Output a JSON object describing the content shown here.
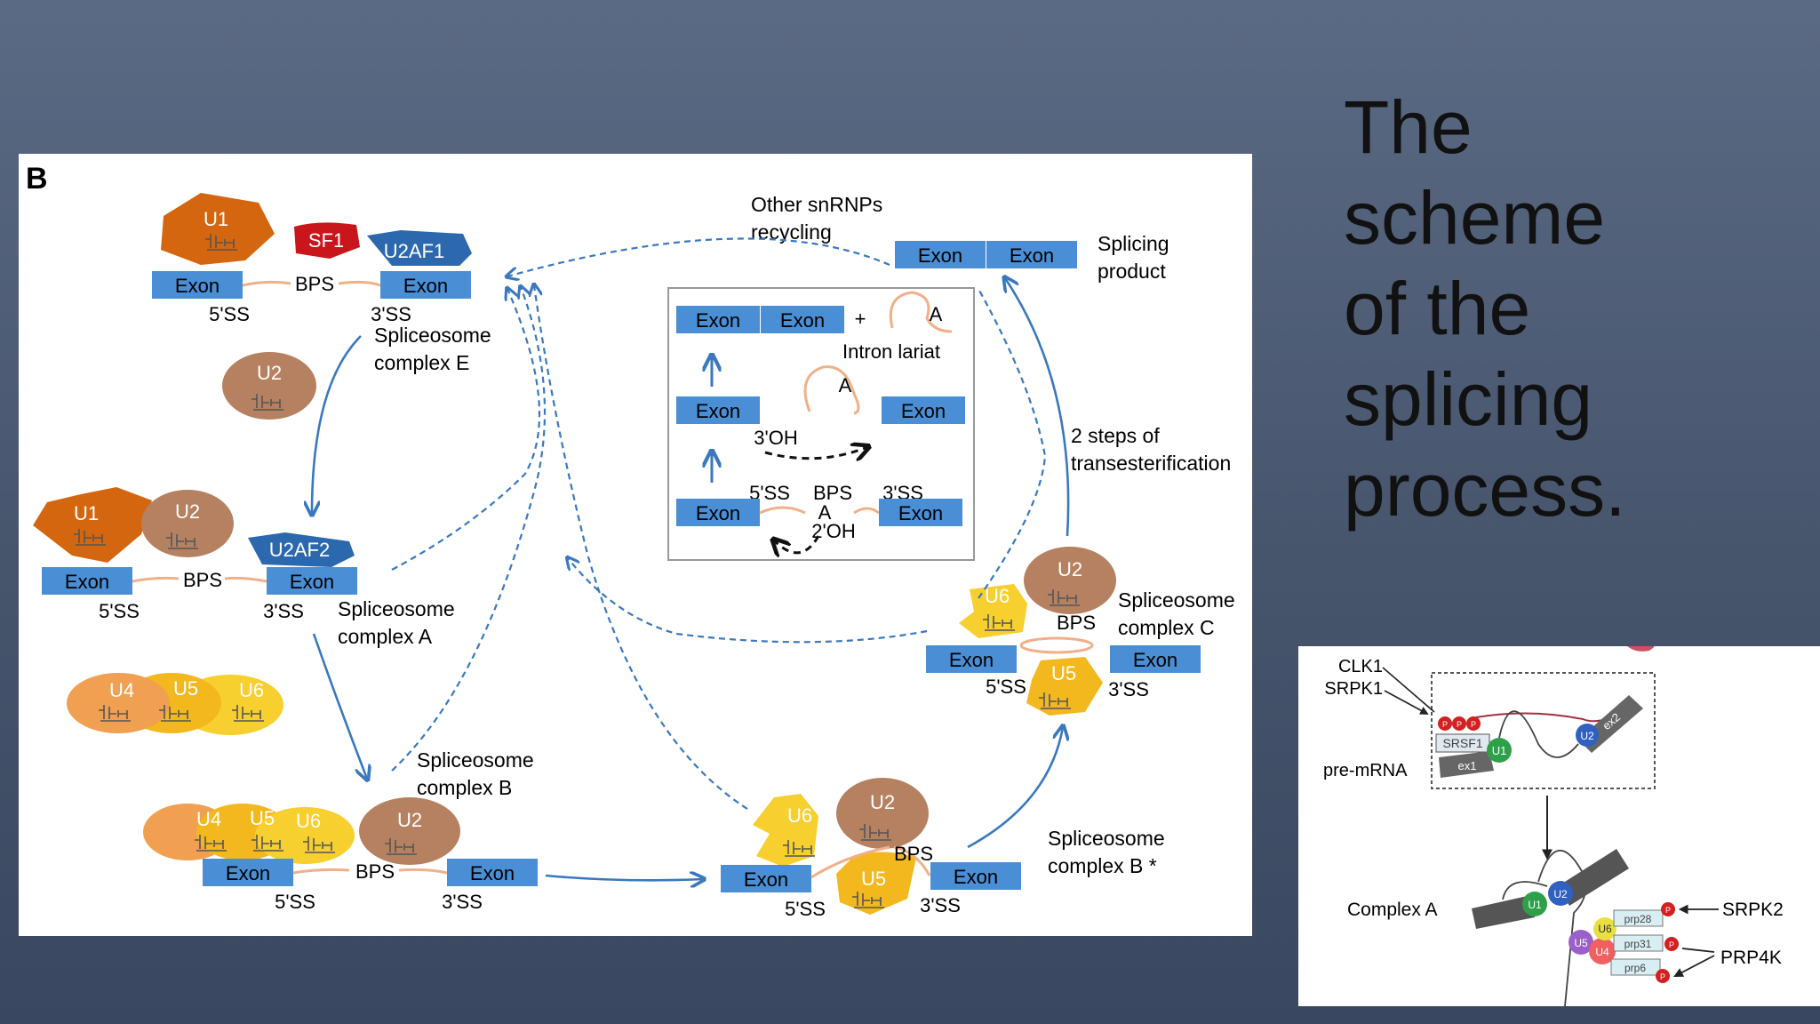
{
  "slide": {
    "title_lines": [
      "The",
      "scheme",
      "of the",
      "splicing",
      "process."
    ]
  },
  "main_figure": {
    "panel_label": "B",
    "labels": {
      "exon": "Exon",
      "bps": "BPS",
      "ss5": "5'SS",
      "ss3": "3'SS",
      "a": "A",
      "plus": "+"
    },
    "snrnps": {
      "u1": "U1",
      "u2": "U2",
      "u4": "U4",
      "u5": "U5",
      "u6": "U6",
      "sf1": "SF1",
      "u2af1": "U2AF1",
      "u2af2": "U2AF2"
    },
    "complex_e": {
      "line1": "Spliceosome",
      "line2": "complex E"
    },
    "complex_a": {
      "line1": "Spliceosome",
      "line2": "complex A"
    },
    "complex_b": {
      "line1": "Spliceosome",
      "line2": "complex B"
    },
    "complex_bstar": {
      "line1": "Spliceosome",
      "line2": "complex B *"
    },
    "complex_c": {
      "line1": "Spliceosome",
      "line2": "complex C"
    },
    "recycling": {
      "line1": "Other snRNPs",
      "line2": "recycling"
    },
    "splicing_product": {
      "line1": "Splicing",
      "line2": "product"
    },
    "transesterification": {
      "line1": "2 steps of",
      "line2": "transesterification"
    },
    "inner_box": {
      "intron_lariat": "Intron lariat",
      "oh3": "3'OH",
      "oh2": "2'OH"
    }
  },
  "inset": {
    "kinases_top": [
      "CLK1",
      "SRPK1"
    ],
    "pre_mrna": "pre-mRNA",
    "complex_a": "Complex A",
    "srsf1": "SRSF1",
    "ex1": "ex1",
    "ex2": "ex2",
    "p": "P",
    "u1": "U1",
    "u2": "U2",
    "u4": "U4",
    "u5": "U5",
    "u6": "U6",
    "prp28": "prp28",
    "prp31": "prp31",
    "prp6": "prp6",
    "srpk2": "SRPK2",
    "prp4k": "PRP4K"
  },
  "colors": {
    "exon_blue": "#4a8fd6",
    "u1_orange": "#d4660f",
    "u2_brown": "#b68160",
    "u4_orange": "#f0a050",
    "u5_yellow": "#f2b81e",
    "u6_yellow": "#f7cf2e",
    "sf1_red": "#c8161c",
    "u2af_blue": "#2c68ae",
    "arrow_blue": "#3a78be",
    "intron_line": "#f0b08a"
  }
}
